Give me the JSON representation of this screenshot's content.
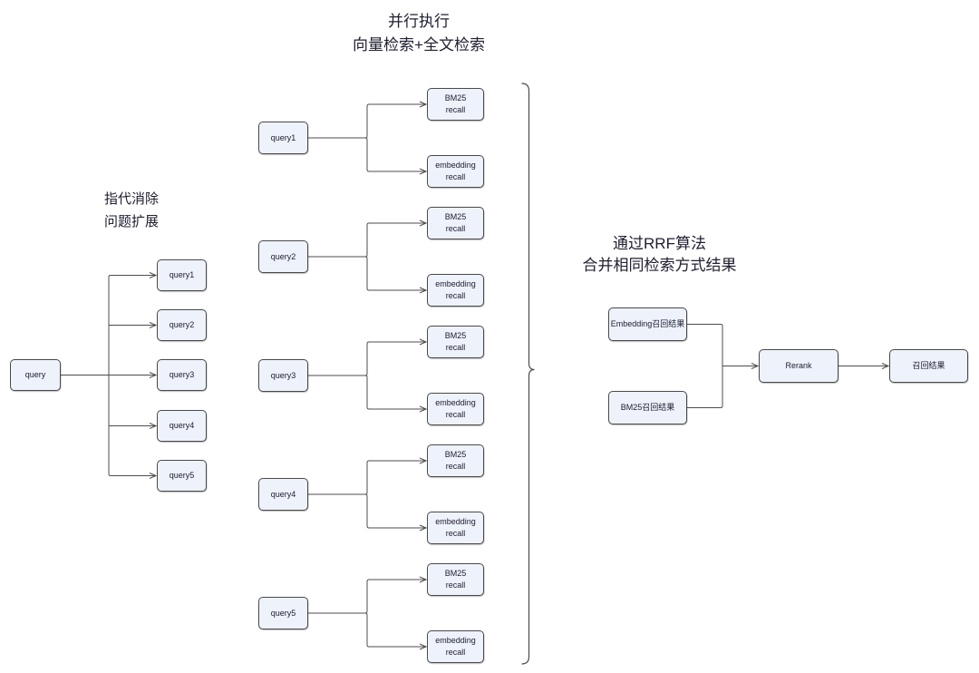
{
  "colors": {
    "box_fill": "#eef2fb",
    "box_border": "#494949",
    "line": "#4d4d4d",
    "text": "#202032"
  },
  "labels": {
    "parallel_title": "并行执行\n向量检索+全文检索",
    "expand_label": "指代消除\n问题扩展",
    "rrf_label": "通过RRF算法\n合并相同检索方式结果"
  },
  "stage1": {
    "query": "query"
  },
  "stage2": {
    "queries": [
      "query1",
      "query2",
      "query3",
      "query4",
      "query5"
    ]
  },
  "stage3": {
    "queries": [
      "query1",
      "query2",
      "query3",
      "query4",
      "query5"
    ],
    "bm25_recall": "BM25\nrecall",
    "embedding_recall": "embedding\nrecall"
  },
  "merge": {
    "embedding_results": "Embedding召回结果",
    "bm25_results": "BM25召回结果",
    "rerank": "Rerank",
    "final_results": "召回结果"
  }
}
